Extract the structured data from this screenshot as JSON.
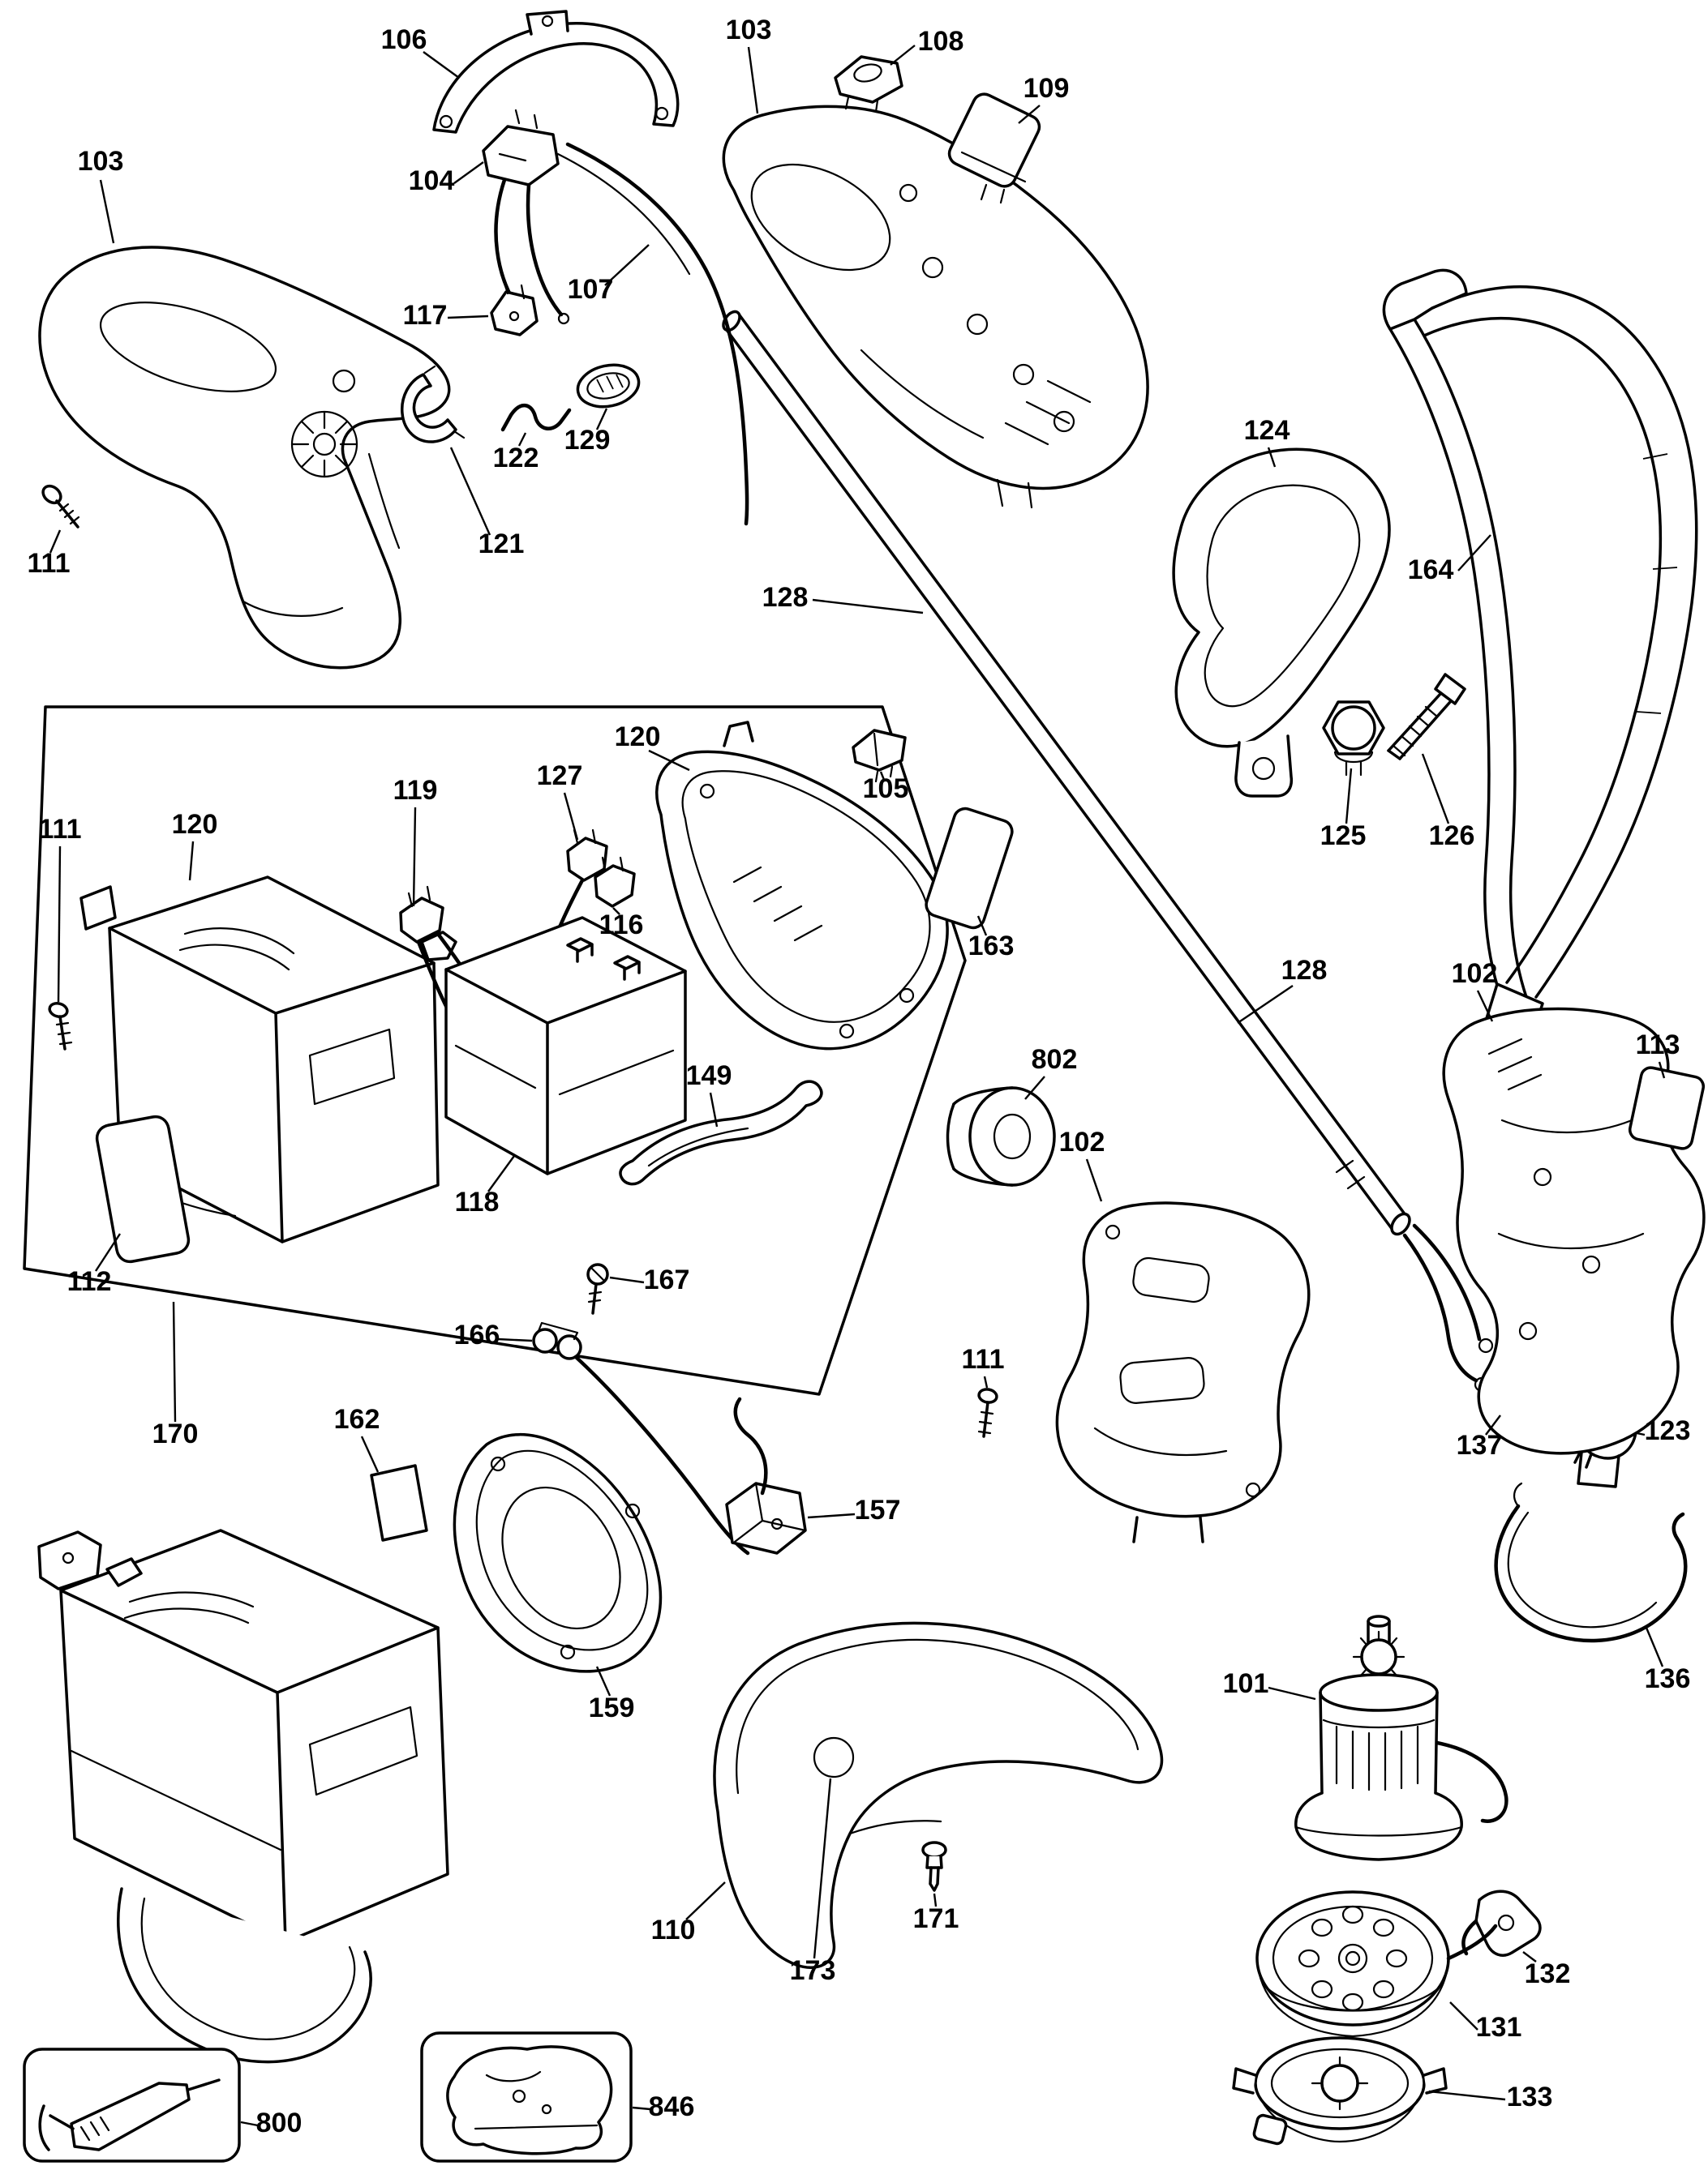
{
  "page": {
    "background": "#ffffff",
    "line_color": "#000000"
  },
  "diagram": {
    "kind": "exploded-parts-diagram",
    "labels": {
      "l103_left": "103",
      "l106": "106",
      "l103_top": "103",
      "l108": "108",
      "l109": "109",
      "l104": "104",
      "l107": "107",
      "l117": "117",
      "l122": "122",
      "l129": "129",
      "l121": "121",
      "l111_a": "111",
      "l128_a": "128",
      "l124": "124",
      "l164": "164",
      "l125": "125",
      "l126": "126",
      "l120_a": "120",
      "l105": "105",
      "l119": "119",
      "l127": "127",
      "l111_b": "111",
      "l120_b": "120",
      "l116": "116",
      "l163": "163",
      "l128_b": "128",
      "l102_a": "102",
      "l113": "113",
      "l802": "802",
      "l102_b": "102",
      "l149": "149",
      "l118": "118",
      "l112": "112",
      "l167": "167",
      "l166": "166",
      "l111_c": "111",
      "l137": "137",
      "l123": "123",
      "l170": "170",
      "l162": "162",
      "l157": "157",
      "l136": "136",
      "l101": "101",
      "l159": "159",
      "l110": "110",
      "l171": "171",
      "l173": "173",
      "l132": "132",
      "l131": "131",
      "l133": "133",
      "l800": "800",
      "l846": "846"
    }
  }
}
